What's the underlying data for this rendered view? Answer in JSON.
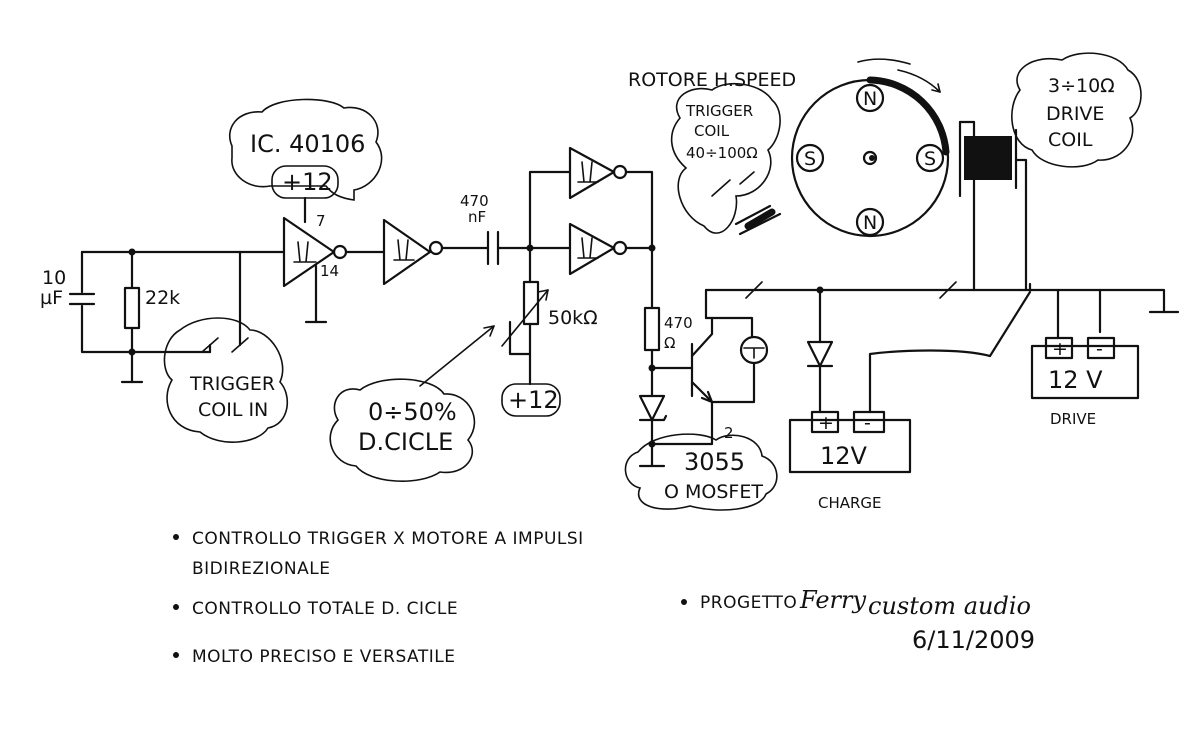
{
  "labels": {
    "rotor_title": "ROTORE H.SPEED",
    "trigger_coil_top": "TRIGGER",
    "trigger_coil_mid": "COIL",
    "trigger_coil_ohm": "40÷100Ω",
    "drive_coil_top": "3÷10Ω",
    "drive_coil_mid": "DRIVE",
    "drive_coil_bot": "COIL",
    "ic_name": "IC. 40106",
    "ic_supply": "+12",
    "ic_pin_top": "7",
    "ic_pin_bot": "14",
    "gate_symbol": "II",
    "cap_input_value": "10",
    "cap_input_unit": "µF",
    "res_input": "22k",
    "cap_couple_value": "470",
    "cap_couple_unit": "nF",
    "pot_value": "50kΩ",
    "pot_supply": "+12",
    "duty_range": "0÷50%",
    "duty_label": "D.CICLE",
    "trigger_in_1": "TRIGGER",
    "trigger_in_2": "COIL IN",
    "res_gate": "470",
    "res_gate_unit": "Ω",
    "transistor_1": "3055",
    "transistor_2": "O MOSFET",
    "pin_mark": "2",
    "batt_plus": "+",
    "batt_minus": "-",
    "batt_charge_volt": "12V",
    "batt_charge_label": "CHARGE",
    "batt_drive_volt": "12 V",
    "batt_drive_label": "DRIVE",
    "pole_north": "N",
    "pole_south": "S"
  },
  "notes": [
    "CONTROLLO TRIGGER X MOTORE A IMPULSI",
    "BIDIREZIONALE",
    "CONTROLLO TOTALE D. CICLE",
    "MOLTO PRECISO E VERSATILE"
  ],
  "credit": {
    "prefix": "PROGETTO",
    "author": "Ferry",
    "brand": "custom audio",
    "date": "6/11/2009"
  }
}
